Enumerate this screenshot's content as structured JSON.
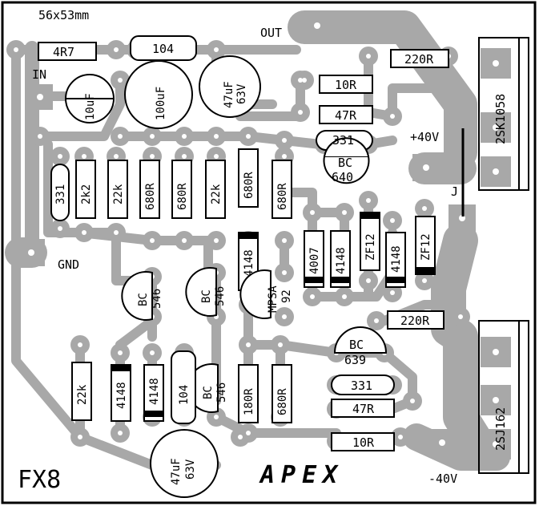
{
  "board": {
    "size_label": "56x53mm",
    "title": "FX8",
    "brand": "APEX",
    "colors": {
      "trace": "#a8a8a8",
      "pad": "#a8a8a8",
      "hole": "#ffffff",
      "ink": "#000000",
      "background": "#ffffff"
    }
  },
  "connections": {
    "in": "IN",
    "out": "OUT",
    "gnd": "GND",
    "vpos": "+40V",
    "vneg": "-40V",
    "jumper": "J"
  },
  "resistors": {
    "r_4r7": "4R7",
    "r_220r_top": "220R",
    "r_10r_top": "10R",
    "r_47r_top": "47R",
    "r_2k2": "2k2",
    "r_22k_a": "22k",
    "r_680r_a": "680R",
    "r_680r_b": "680R",
    "r_22k_b": "22k",
    "r_680r_c": "680R",
    "r_680r_d": "680R",
    "r_220r_mid": "220R",
    "r_22k_c": "22k",
    "r_180r": "180R",
    "r_680r_e": "680R",
    "r_47r_bot": "47R",
    "r_10r_bot": "10R"
  },
  "capacitors": {
    "c_104_top": "104",
    "c_10uf": "10uF",
    "c_100uf": "100uF",
    "c_47uf_top": [
      "47uF",
      "63V"
    ],
    "c_331_left": "331",
    "c_331_top": "331",
    "c_104_bot": "104",
    "c_331_bot": "331",
    "c_47uf_bot": [
      "47uF",
      "63V"
    ]
  },
  "diodes": {
    "d_4007": "4007",
    "d_4148_a": "4148",
    "d_zf12_a": "ZF12",
    "d_4148_b": "4148",
    "d_zf12_b": "ZF12",
    "d_4148_c": "4148",
    "d_4148_d": "4148",
    "d_4148_e": "4148"
  },
  "transistors": {
    "q_bc640": [
      "BC",
      "640"
    ],
    "q_bc546_a": [
      "BC",
      "546"
    ],
    "q_bc546_b": [
      "BC",
      "546"
    ],
    "q_mpsa92": [
      "MPSA",
      "92"
    ],
    "q_bc639": [
      "BC",
      "639"
    ],
    "q_bc546_c": [
      "BC",
      "546"
    ]
  },
  "mosfets": {
    "top": "2SK1058",
    "bottom": "2SJ162"
  }
}
